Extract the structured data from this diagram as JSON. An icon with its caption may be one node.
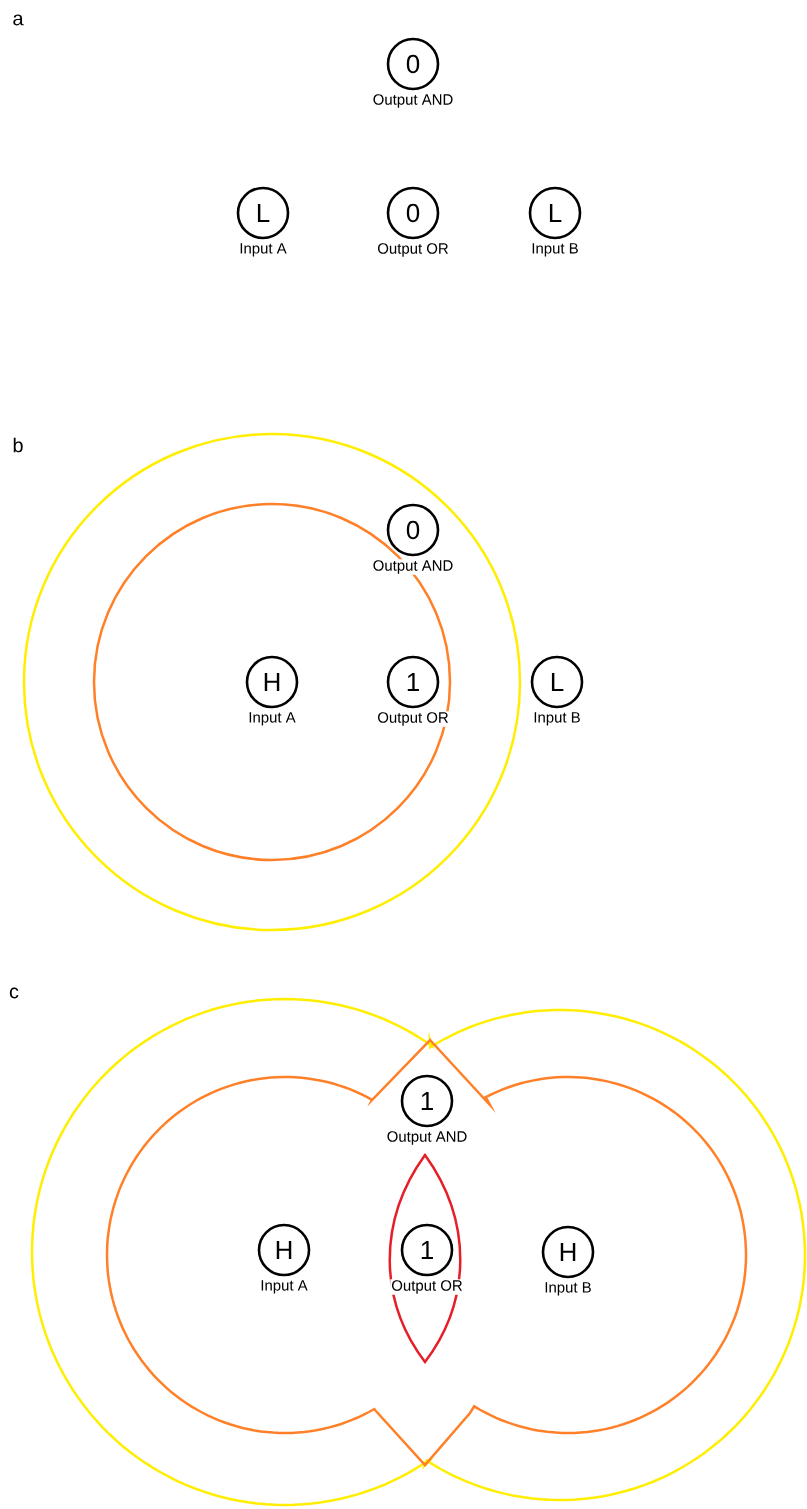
{
  "diagram": {
    "nodes": [
      {
        "text": [
          "0"
        ],
        "beside": [
          "Output AND"
        ]
      },
      {
        "text": [
          "L"
        ],
        "beside": [
          "Input A"
        ]
      },
      {
        "text": [
          "0"
        ],
        "beside": [
          "Output OR"
        ]
      },
      {
        "text": [
          "L"
        ],
        "beside": [
          "Input B"
        ]
      },
      {
        "text": [
          "0"
        ],
        "beside": [
          "Output AND"
        ]
      },
      {
        "text": [
          "H"
        ],
        "beside": [
          "Input A"
        ]
      },
      {
        "text": [
          "1"
        ],
        "beside": [
          "Output OR"
        ]
      },
      {
        "text": [
          "L"
        ],
        "beside": [
          "Input B"
        ]
      },
      {
        "text": [
          "1"
        ],
        "beside": [
          "Output AND"
        ]
      },
      {
        "text": [
          "H"
        ],
        "beside": [
          "Input A"
        ]
      },
      {
        "text": [
          "1"
        ],
        "beside": [
          "Output OR"
        ]
      },
      {
        "text": [
          "H"
        ],
        "beside": [
          "Input B"
        ]
      }
    ],
    "labels": [
      "a",
      "b",
      "c"
    ]
  }
}
